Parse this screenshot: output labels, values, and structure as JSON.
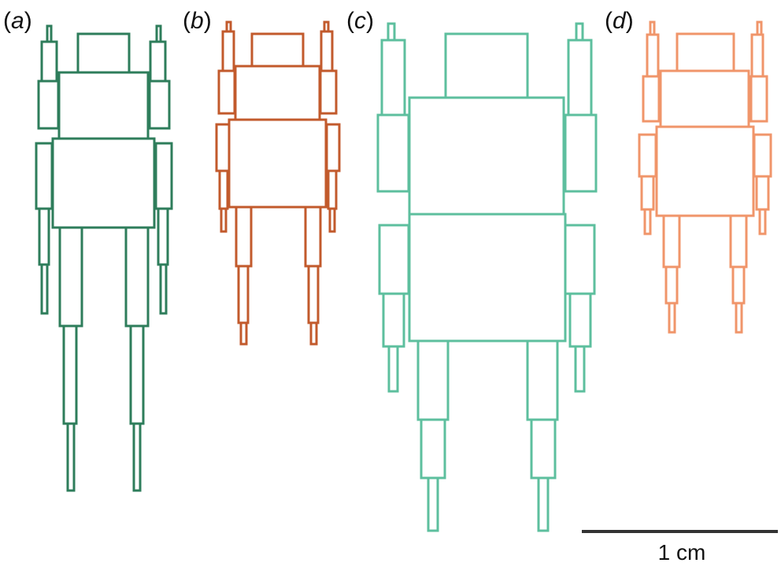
{
  "panels": [
    {
      "id": "a",
      "label_open": "(",
      "label_letter": "a",
      "label_close": ")",
      "color": "#2e7d5b"
    },
    {
      "id": "b",
      "label_open": "(",
      "label_letter": "b",
      "label_close": ")",
      "color": "#c25a2c"
    },
    {
      "id": "c",
      "label_open": "(",
      "label_letter": "c",
      "label_close": ")",
      "color": "#5dbf9e"
    },
    {
      "id": "d",
      "label_open": "(",
      "label_letter": "d",
      "label_close": ")",
      "color": "#f0956a"
    }
  ],
  "scale_bar": {
    "label": "1 cm",
    "color": "#333333"
  }
}
